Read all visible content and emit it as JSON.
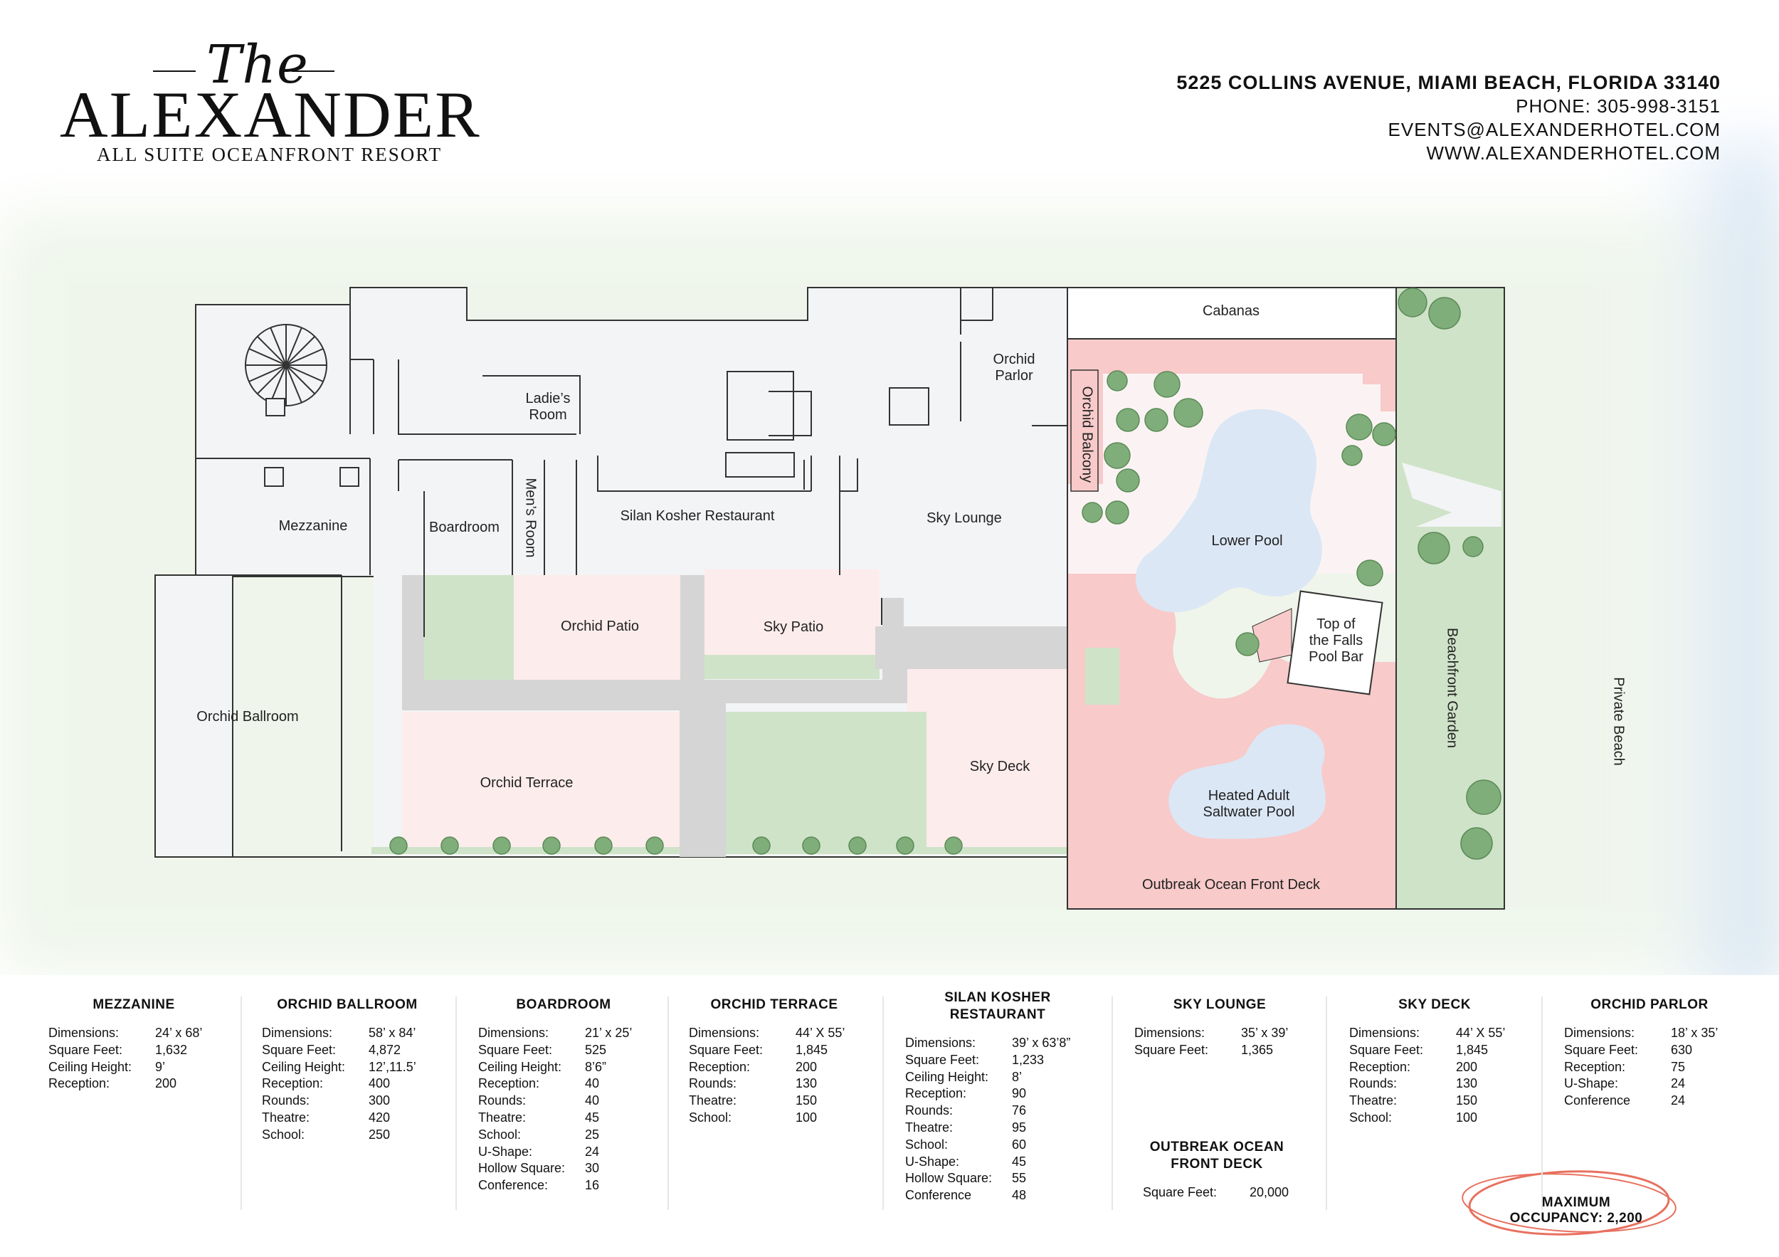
{
  "brand": {
    "the": "The",
    "name": "ALEXANDER",
    "tagline": "ALL SUITE OCEANFRONT RESORT"
  },
  "contact": {
    "address": "5225 COLLINS AVENUE, MIAMI BEACH, FLORIDA 33140",
    "phone": "PHONE: 305-998-3151",
    "email": "EVENTS@ALEXANDERHOTEL.COM",
    "web": "WWW.ALEXANDERHOTEL.COM"
  },
  "rooms": {
    "cabanas": "Cabanas",
    "orchid_parlor": "Orchid\nParlor",
    "ladies_room": "Ladie’s\nRoom",
    "mens_room": "Men’s Room",
    "orchid_balcony": "Orchid Balcony",
    "mezzanine": "Mezzanine",
    "boardroom": "Boardroom",
    "silan": "Silan Kosher Restaurant",
    "sky_lounge": "Sky Lounge",
    "lower_pool": "Lower Pool",
    "orchid_patio": "Orchid Patio",
    "sky_patio": "Sky Patio",
    "top_of_falls": "Top of\nthe Falls\nPool Bar",
    "orchid_ballroom": "Orchid Ballroom",
    "orchid_terrace": "Orchid Terrace",
    "sky_deck": "Sky Deck",
    "heated_pool": "Heated Adult\nSaltwater Pool",
    "outbreak_deck": "Outbreak Ocean Front Deck",
    "beachfront_garden": "Beachfront Garden",
    "private_beach": "Private Beach"
  },
  "specs": [
    {
      "title": "MEZZANINE",
      "rows": [
        [
          "Dimensions:",
          "24’ x 68’"
        ],
        [
          "Square Feet:",
          "1,632"
        ],
        [
          "Ceiling Height:",
          "9’"
        ],
        [
          "Reception:",
          "200"
        ]
      ]
    },
    {
      "title": "ORCHID BALLROOM",
      "rows": [
        [
          "Dimensions:",
          "58’ x 84’"
        ],
        [
          "Square Feet:",
          "4,872"
        ],
        [
          "Ceiling Height:",
          "12’,11.5’"
        ],
        [
          "Reception:",
          "400"
        ],
        [
          "Rounds:",
          "300"
        ],
        [
          "Theatre:",
          "420"
        ],
        [
          "School:",
          "250"
        ]
      ]
    },
    {
      "title": "BOARDROOM",
      "rows": [
        [
          "Dimensions:",
          "21’ x 25’"
        ],
        [
          "Square Feet:",
          "525"
        ],
        [
          "Ceiling Height:",
          "8’6”"
        ],
        [
          "Reception:",
          "40"
        ],
        [
          "Rounds:",
          "40"
        ],
        [
          "Theatre:",
          "45"
        ],
        [
          "School:",
          "25"
        ],
        [
          "U-Shape:",
          "24"
        ],
        [
          "Hollow Square:",
          "30"
        ],
        [
          "Conference:",
          "16"
        ]
      ]
    },
    {
      "title": "ORCHID TERRACE",
      "rows": [
        [
          "Dimensions:",
          "44’ X 55’"
        ],
        [
          "Square Feet:",
          "1,845"
        ],
        [
          "Reception:",
          "200"
        ],
        [
          "Rounds:",
          "130"
        ],
        [
          "Theatre:",
          "150"
        ],
        [
          "School:",
          "100"
        ]
      ]
    },
    {
      "title": "SILAN KOSHER\nRESTAURANT",
      "rows": [
        [
          "Dimensions:",
          "39’ x 63’8”"
        ],
        [
          "Square Feet:",
          "1,233"
        ],
        [
          "Ceiling Height:",
          "8’"
        ],
        [
          "Reception:",
          "90"
        ],
        [
          "Rounds:",
          "76"
        ],
        [
          "Theatre:",
          "95"
        ],
        [
          "School:",
          "60"
        ],
        [
          "U-Shape:",
          "45"
        ],
        [
          "Hollow Square:",
          "55"
        ],
        [
          "Conference",
          "48"
        ]
      ]
    },
    {
      "title": "SKY LOUNGE",
      "rows": [
        [
          "Dimensions:",
          "35’ x 39’"
        ],
        [
          "Square Feet:",
          "1,365"
        ]
      ]
    },
    {
      "title": "SKY DECK",
      "rows": [
        [
          "Dimensions:",
          "44’ X 55’"
        ],
        [
          "Square Feet:",
          "1,845"
        ],
        [
          "Reception:",
          "200"
        ],
        [
          "Rounds:",
          "130"
        ],
        [
          "Theatre:",
          "150"
        ],
        [
          "School:",
          "100"
        ]
      ]
    },
    {
      "title": "ORCHID PARLOR",
      "rows": [
        [
          "Dimensions:",
          "18’ x 35’"
        ],
        [
          "Square Feet:",
          "630"
        ],
        [
          "Reception:",
          "75"
        ],
        [
          "U-Shape:",
          "24"
        ],
        [
          "Conference",
          "24"
        ]
      ]
    }
  ],
  "outbreak_spec": {
    "title": "OUTBREAK OCEAN\nFRONT DECK",
    "label": "Square Feet:",
    "value": "20,000"
  },
  "max_occupancy": "MAXIMUM OCCUPANCY: 2,200",
  "colors": {
    "indoor": "#f3f4f6",
    "pink_light": "#fdecec",
    "pink": "#f8caca",
    "green": "#cfe3c9",
    "path": "#d5d5d5",
    "pool": "#dbe7f5",
    "circle": "#e8705f"
  }
}
